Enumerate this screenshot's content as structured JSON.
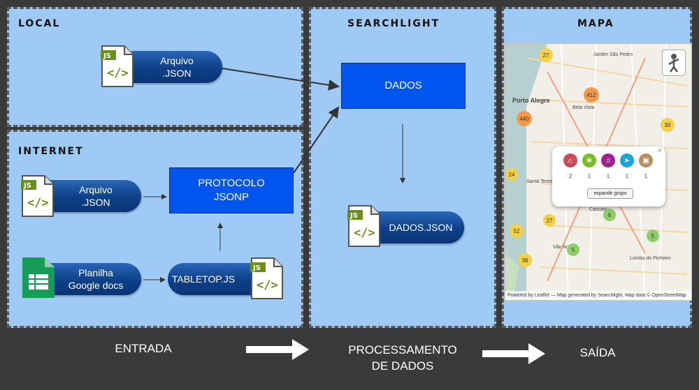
{
  "panels": {
    "local": "LOCAL",
    "internet": "INTERNET",
    "searchlight": "SEARCHLIGHT",
    "mapa": "MAPA"
  },
  "nodes": {
    "local_file": {
      "line1": "Arquivo",
      "line2": ".JSON"
    },
    "internet_file": {
      "line1": "Arquivo",
      "line2": ".JSON"
    },
    "planilha": {
      "line1": "Planilha",
      "line2": "Google docs"
    },
    "tabletop": "TABLETOP.JS",
    "protocolo": {
      "line1": "PROTOCOLO",
      "line2": "JSONP"
    },
    "dados": "DADOS",
    "dados_json": "DADOS.JSON",
    "file_badge": "JS",
    "file_code": "</>"
  },
  "stages": {
    "entrada": "ENTRADA",
    "processamento": {
      "line1": "PROCESSAMENTO",
      "line2": "DE DADOS"
    },
    "saida": "SAÍDA"
  },
  "map": {
    "clusters": [
      "27",
      "412",
      "440",
      "30",
      "24",
      "27",
      "52",
      "5",
      "38",
      "5",
      "6"
    ],
    "places": [
      "Jardim São Pedro",
      "Porto Alegre",
      "Bela Vista",
      "Santa Tereza",
      "Cascata",
      "Vila Nova",
      "Lomba do Pinheiro"
    ],
    "popup_counts": [
      "2",
      "1",
      "1",
      "1",
      "1"
    ],
    "popup_button": "expandir grupo",
    "popup_close": "×",
    "attribution": "Powered by Leaflet — Map generated by Searchlight, Map data © OpenStreetMap"
  }
}
